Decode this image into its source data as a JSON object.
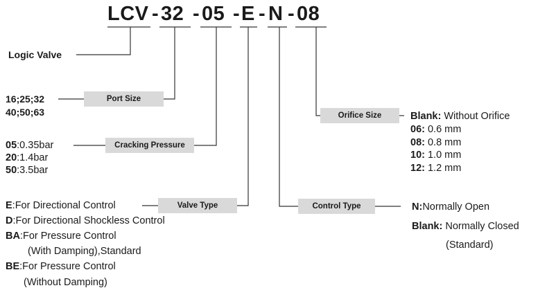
{
  "code": {
    "segments": [
      "LCV",
      "32",
      "05",
      "E",
      "N",
      "08"
    ],
    "dash": "-"
  },
  "logic_valve": "Logic Valve",
  "tags": {
    "port_size": "Port Size",
    "cracking_pressure": "Cracking Pressure",
    "valve_type": "Valve Type",
    "control_type": "Control Type",
    "orifice_size": "Orifice Size"
  },
  "port_size": {
    "line1": "16;25;32",
    "line2": "40;50;63"
  },
  "cracking": [
    {
      "code": "05",
      "sep": ":",
      "value": "0.35bar"
    },
    {
      "code": "20",
      "sep": ":",
      "value": "1.4bar"
    },
    {
      "code": "50",
      "sep": ":",
      "value": "3.5bar"
    }
  ],
  "valve_type": {
    "e_code": "E",
    "e_text": ":For Directional Control",
    "d_code": "D",
    "d_text": ":For Directional Shockless Control",
    "ba_code": "BA",
    "ba_text": ":For Pressure Control",
    "ba_sub": "(With Damping),Standard",
    "be_code": "BE",
    "be_text": ":For Pressure Control",
    "be_sub": "(Without Damping)"
  },
  "control_type": {
    "n_code": "N:",
    "n_text": "Normally Open",
    "blank_code": "Blank:",
    "blank_text": " Normally Closed",
    "blank_sub": "(Standard)"
  },
  "orifice": {
    "blank_code": "Blank:",
    "blank_text": " Without Orifice",
    "items": [
      {
        "code": "06:",
        "value": " 0.6 mm"
      },
      {
        "code": "08:",
        "value": " 0.8 mm"
      },
      {
        "code": "10:",
        "value": " 1.0 mm"
      },
      {
        "code": "12:",
        "value": " 1.2 mm"
      }
    ]
  }
}
